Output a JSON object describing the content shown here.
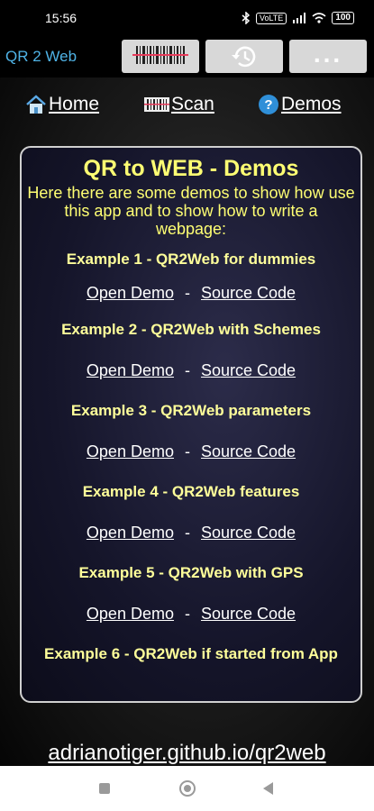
{
  "status_bar": {
    "time": "15:56",
    "bluetooth_icon": "bluetooth-icon",
    "volte_badge": "VoLTE",
    "battery": "100"
  },
  "app_bar": {
    "title": "QR 2 Web",
    "scan_icon": "barcode-scan-icon",
    "history_icon": "history-icon",
    "more_label": "..."
  },
  "nav": {
    "home": "Home",
    "scan": "Scan",
    "demos": "Demos",
    "home_icon": "house-icon",
    "scan_icon": "barcode-icon",
    "demos_icon": "question-icon"
  },
  "card": {
    "title": "QR to WEB - Demos",
    "intro": "Here there are some demos to show how use this app and to show how to write a webpage:",
    "examples": [
      {
        "title": "Example 1 - QR2Web for dummies",
        "open": "Open Demo",
        "sep": "-",
        "source": "Source Code"
      },
      {
        "title": "Example 2 - QR2Web with Schemes",
        "open": "Open Demo",
        "sep": "-",
        "source": "Source Code"
      },
      {
        "title": "Example 3 - QR2Web parameters",
        "open": "Open Demo",
        "sep": "-",
        "source": "Source Code"
      },
      {
        "title": "Example 4 - QR2Web features",
        "open": "Open Demo",
        "sep": "-",
        "source": "Source Code"
      },
      {
        "title": "Example 5 - QR2Web with GPS",
        "open": "Open Demo",
        "sep": "-",
        "source": "Source Code"
      },
      {
        "title": "Example 6 - QR2Web if started from App"
      }
    ]
  },
  "footer": {
    "link": "adrianotiger.github.io/qr2web"
  },
  "colors": {
    "title_yellow": "#ffff73",
    "app_title_blue": "#4fb3e6",
    "toolbar_button": "#d8d8d8"
  }
}
